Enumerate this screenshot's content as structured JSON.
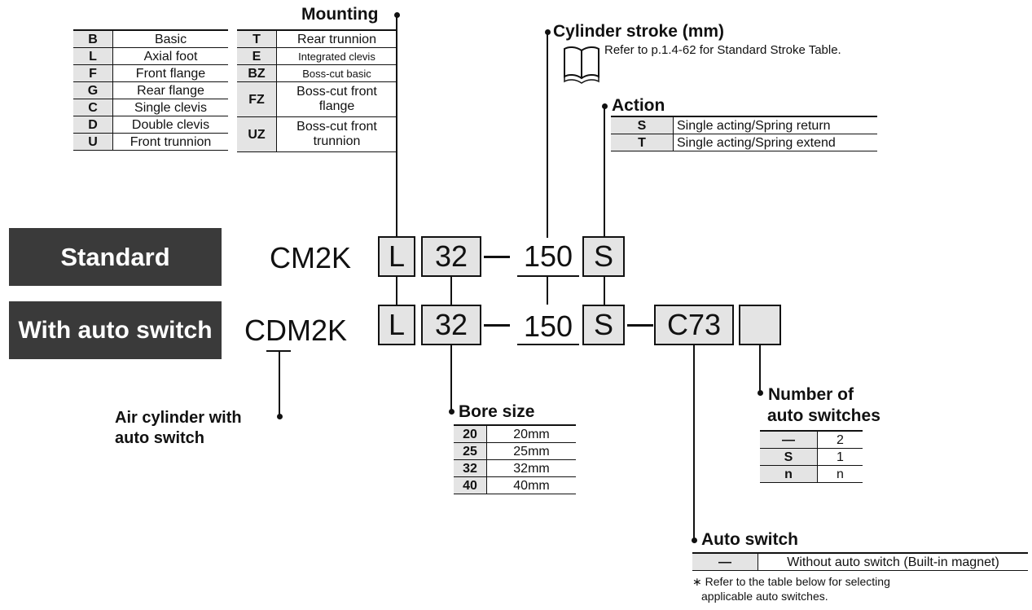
{
  "model": {
    "standard_label": "Standard",
    "auto_switch_label": "With auto switch",
    "standard_code": "CM2K",
    "auto_switch_code": "CDM2K",
    "mounting_code": "L",
    "bore_code": "32",
    "dash": "—",
    "stroke_code": "150",
    "action_code": "S",
    "auto_switch_code_value": "C73",
    "switch_count_code": ""
  },
  "mounting": {
    "title": "Mounting",
    "left": [
      {
        "code": "B",
        "desc": "Basic"
      },
      {
        "code": "L",
        "desc": "Axial foot"
      },
      {
        "code": "F",
        "desc": "Front flange"
      },
      {
        "code": "G",
        "desc": "Rear flange"
      },
      {
        "code": "C",
        "desc": "Single clevis"
      },
      {
        "code": "D",
        "desc": "Double clevis"
      },
      {
        "code": "U",
        "desc": "Front trunnion"
      }
    ],
    "right": [
      {
        "code": "T",
        "desc": "Rear trunnion"
      },
      {
        "code": "E",
        "desc": "Integrated clevis"
      },
      {
        "code": "BZ",
        "desc": "Boss-cut basic"
      },
      {
        "code": "FZ",
        "desc": "Boss-cut front flange"
      },
      {
        "code": "UZ",
        "desc": "Boss-cut front trunnion"
      }
    ]
  },
  "stroke": {
    "title": "Cylinder stroke (mm)",
    "note": "Refer to p.1.4-62 for Standard Stroke Table."
  },
  "action": {
    "title": "Action",
    "rows": [
      {
        "code": "S",
        "desc": "Single acting/Spring return"
      },
      {
        "code": "T",
        "desc": "Single acting/Spring extend"
      }
    ]
  },
  "air_cylinder": {
    "line1": "Air cylinder with",
    "line2": "auto switch"
  },
  "bore": {
    "title": "Bore size",
    "rows": [
      {
        "code": "20",
        "desc": "20mm"
      },
      {
        "code": "25",
        "desc": "25mm"
      },
      {
        "code": "32",
        "desc": "32mm"
      },
      {
        "code": "40",
        "desc": "40mm"
      }
    ]
  },
  "switch_count": {
    "title_line1": "Number of",
    "title_line2": "auto switches",
    "rows": [
      {
        "code": "—",
        "desc": "2"
      },
      {
        "code": "S",
        "desc": "1"
      },
      {
        "code": "n",
        "desc": "n"
      }
    ]
  },
  "auto_switch": {
    "title": "Auto switch",
    "rows": [
      {
        "code": "—",
        "desc": "Without auto switch (Built-in magnet)"
      }
    ],
    "note_line1": "∗ Refer to the table below for selecting",
    "note_line2": "applicable auto switches."
  }
}
